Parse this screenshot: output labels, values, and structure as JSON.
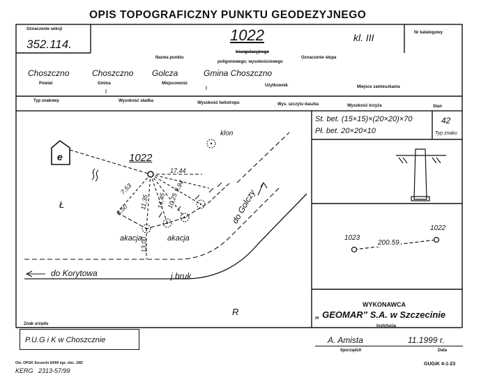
{
  "title": "OPIS TOPOGRAFICZNY PUNKTU GEODEZYJNEGO",
  "header": {
    "section_label": "Oznaczenie sekcji",
    "section_value": "352.114.",
    "point_number": "1022",
    "class_value": "kl. III",
    "catalog_label": "Nr katalogowy",
    "point_name_label": "Nazwa punktu",
    "point_type_line1": "triangulacyjnego",
    "point_type_line2": "poligonowego; wysokościowego",
    "pillar_label": "Oznaczenie słupa"
  },
  "location": {
    "county_value": "Choszczno",
    "county_label": "Powiat",
    "commune_value": "Choszczno",
    "commune_label": "Gmina",
    "locality_value": "Golcza",
    "locality_label": "Miejscowość",
    "owner_value": "Gmina Choszczno",
    "owner_label": "Użytkownik",
    "place_label": "Miejsce zamieszkania"
  },
  "specs": {
    "type_label": "Typ znakowy",
    "signal_height_label": "Wysokość sładka",
    "pole_height_label": "Wysokość heliotropu",
    "board_height_label": "Wys. szczytu daszka",
    "cross_height_label": "Wysokość krzyża",
    "station_label": "Stan"
  },
  "sketch": {
    "point_label": "1022",
    "building_letter": "e",
    "tree_label": "klon",
    "acacia_left": "akacja",
    "acacia_right": "akacja",
    "letter_l": "Ł",
    "letter_r": "R",
    "road_left": "do Korytowa",
    "road_right": "do Golczy",
    "pavement": "j.bruk.",
    "dist_1744": "17,44",
    "dist_753": "7,53",
    "dist_850": "8,50",
    "dist_1135": "11,35",
    "dist_1445": "14,45",
    "dist_1025": "10,25",
    "dist_994": "9,94",
    "dist_1300": "13,00"
  },
  "right_panel": {
    "line1": "St. bet. (15×15)×(20×20)×70",
    "line2": "Pł. bet. 20×20×10",
    "sign_type_value": "42",
    "sign_type_label": "Typ znaku",
    "point_a": "1023",
    "point_b": "1022",
    "distance": "200.59"
  },
  "contractor": {
    "label": "WYKONAWCA",
    "name": "„ GEOMAR” S.A. w Szczecinie",
    "institution_label": "Instytucja",
    "compiler_value": "A. Amista",
    "compiler_label": "Sporządził",
    "date_value": "11.1999 r.",
    "date_label": "Data"
  },
  "footer": {
    "storage_label": "Znak urzędu",
    "storage_value": "P.U.G i K w Choszcznie",
    "print_note": "Ośr. OPGK Szczecin 6/000 egz. zlec. 1/83",
    "register": "KERG   2313-57/99",
    "form_code": "GUGiK 4-1-23"
  }
}
